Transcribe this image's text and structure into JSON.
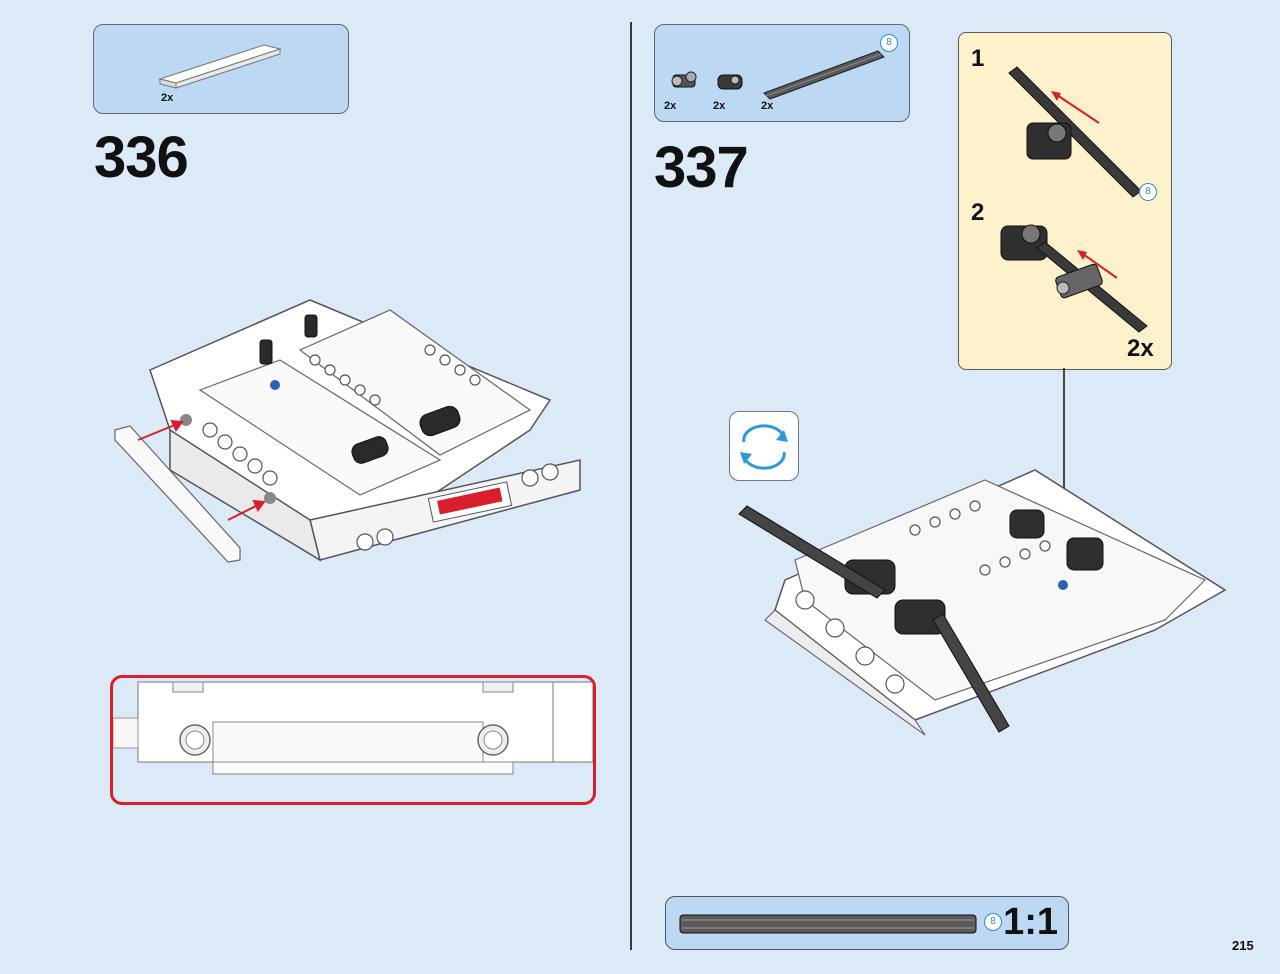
{
  "steps": [
    {
      "number": "336",
      "parts": [
        {
          "name": "flat white plate",
          "qty": "2x"
        }
      ]
    },
    {
      "number": "337",
      "parts": [
        {
          "name": "axle connector",
          "qty": "2x"
        },
        {
          "name": "pin connector",
          "qty": "2x"
        },
        {
          "name": "axle length 8",
          "qty": "2x",
          "length": "8"
        }
      ],
      "parts_box_length_badge": "8",
      "subassembly": {
        "steps": [
          {
            "number": "1"
          },
          {
            "number": "2"
          }
        ],
        "axle_length_badge": "8",
        "multiplier": "2x"
      }
    }
  ],
  "scale": {
    "length_badge": "8",
    "label": "1:1"
  },
  "page_number": "215",
  "colors": {
    "background": "#dce9f7",
    "parts_box": "#bcd8f2",
    "subassembly_box": "#fdf1cc",
    "callout_border": "#d9202a",
    "arrow": "#d9202a",
    "length_badge": "#2a8fc9"
  }
}
